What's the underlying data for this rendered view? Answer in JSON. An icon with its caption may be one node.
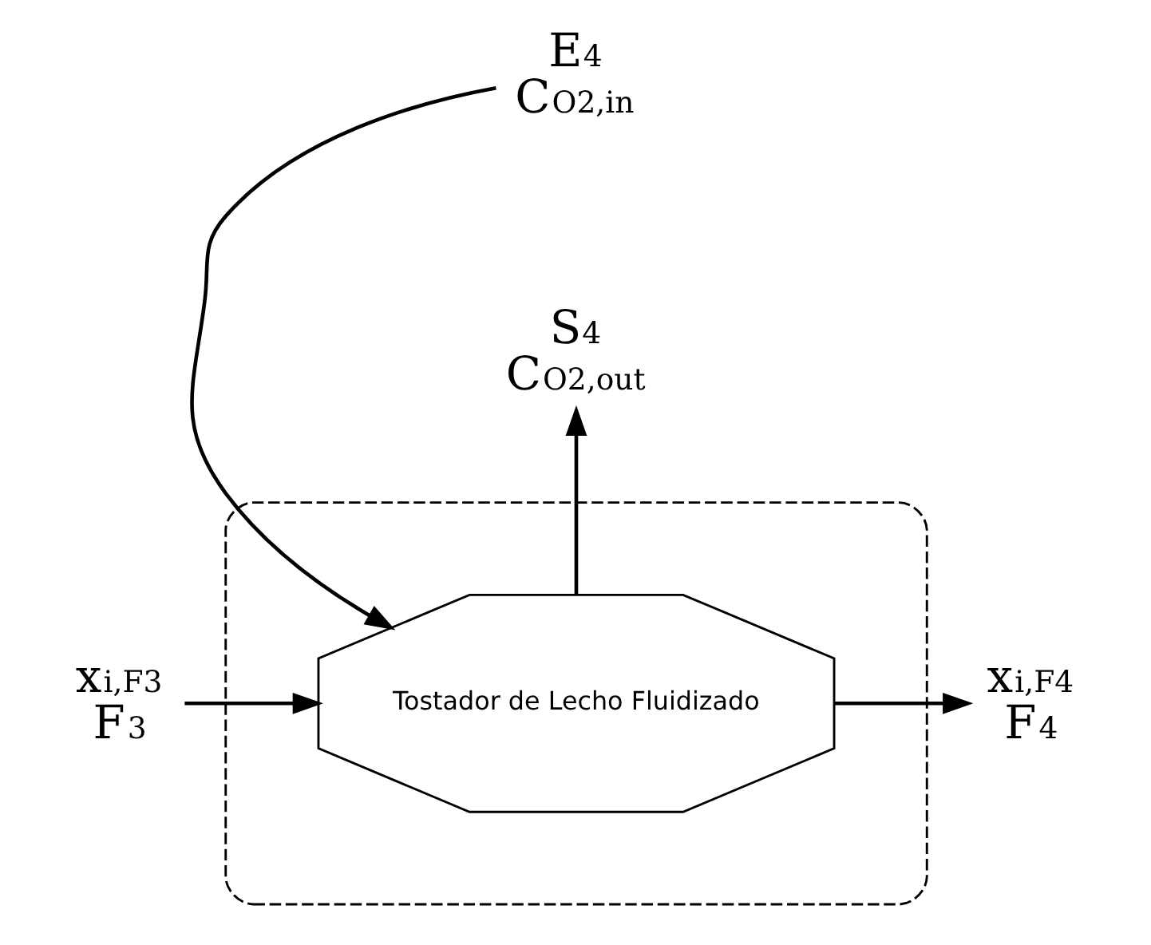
{
  "diagram": {
    "nodes": [
      {
        "text": [],
        "shape": "box"
      },
      {
        "text": [
          "Tostador de Lecho Fluidizado"
        ],
        "in": 0
      },
      {
        "text": [
          "x$_{i,F3}$",
          "F$_{3}$"
        ]
      },
      {
        "text": [
          "x$_{i,F4}$",
          "F$_{4}$"
        ]
      },
      {
        "text": [
          "S$_{4}$",
          "C$_{O2,out}$"
        ]
      },
      {
        "text": [
          "E$_{4}$",
          "C$_{O2,in}$"
        ]
      }
    ],
    "edges": [
      {
        "from": 2,
        "to": 1,
        "arrow": "to"
      },
      {
        "from": 1,
        "to": 3,
        "arrow": "to"
      },
      {
        "from": 1,
        "to": 4,
        "arrow": "to"
      },
      {
        "from": 5,
        "to": 1,
        "arrow": "to"
      }
    ]
  }
}
